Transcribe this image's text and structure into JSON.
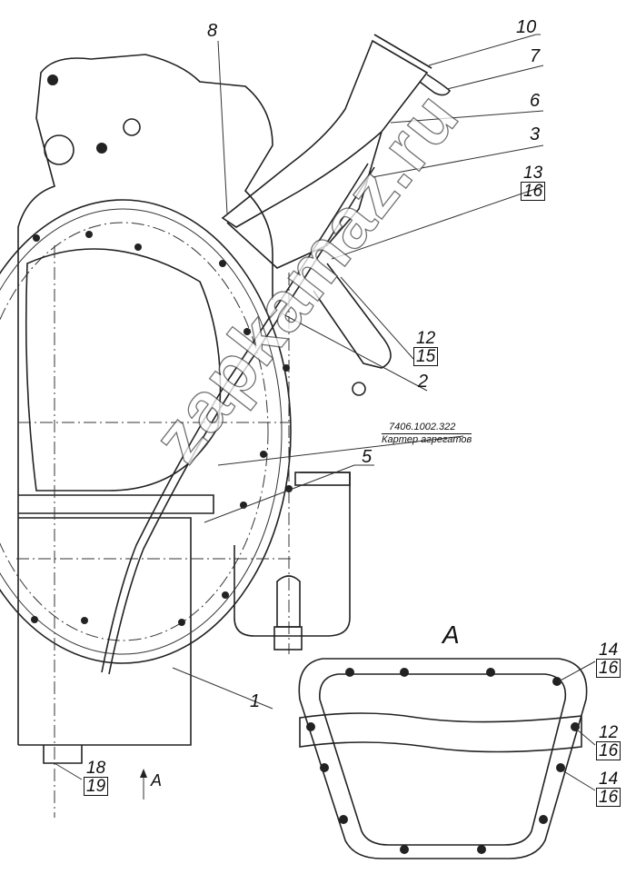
{
  "callouts": {
    "c10": "10",
    "c7": "7",
    "c6": "6",
    "c3": "3",
    "c13_16": {
      "top": "13",
      "bottom": "16"
    },
    "c8": "8",
    "c12_15": {
      "top": "12",
      "bottom": "15"
    },
    "c2": "2",
    "c5": "5",
    "c1": "1",
    "c18_19": {
      "top": "18",
      "bottom": "19"
    },
    "view_arrow": "A"
  },
  "part_note": {
    "number": "7406.1002.322",
    "name": "Картер агрегатов"
  },
  "view_a": {
    "title": "A",
    "c14_16_top": {
      "top": "14",
      "bottom": "16"
    },
    "c12_16": {
      "top": "12",
      "bottom": "16"
    },
    "c14_16_bottom": {
      "top": "14",
      "bottom": "16"
    }
  },
  "watermark": "zapkamaz.ru"
}
